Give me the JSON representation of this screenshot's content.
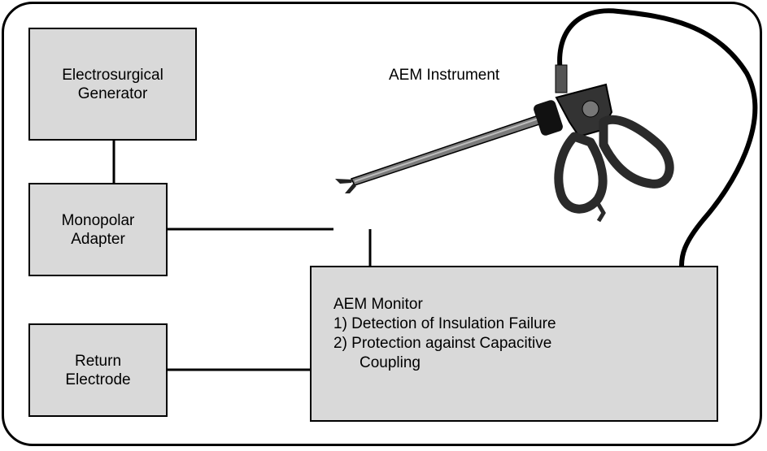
{
  "generator": {
    "line1": "Electrosurgical",
    "line2": "Generator"
  },
  "adapter": {
    "line1": "Monopolar",
    "line2": "Adapter"
  },
  "return_electrode": {
    "line1": "Return",
    "line2": "Electrode"
  },
  "monitor": {
    "title": "AEM Monitor",
    "item1": "1)  Detection of Insulation Failure",
    "item2": "2)  Protection against Capacitive",
    "item2_cont": "Coupling"
  },
  "instrument": {
    "label": "AEM Instrument",
    "icon": "laparoscopic-grasper-icon"
  },
  "colors": {
    "box_fill": "#d9d9d9",
    "line": "#000000",
    "instrument_body": "#333333"
  }
}
